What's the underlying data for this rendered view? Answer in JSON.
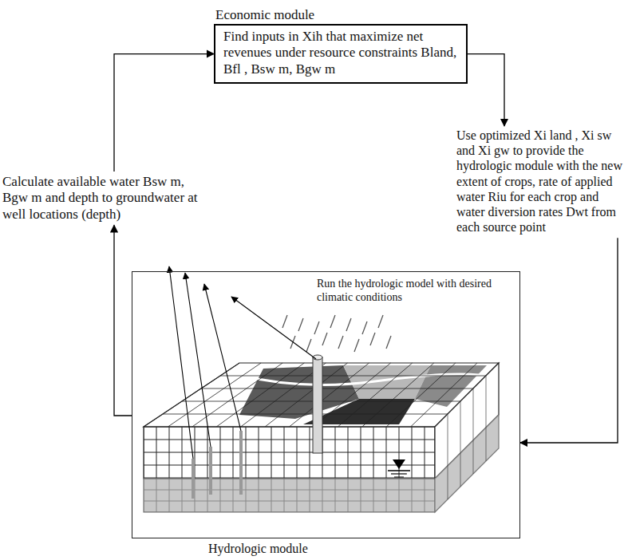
{
  "diagram": {
    "nodes": [
      {
        "text": [
          "Economic module",
          "Find inputs in Xih that maximize net revenues under resource constraints Bland, Bfl , Bsw m, Bgw m"
        ]
      },
      {
        "text": [
          "Use optimized Xi land , Xi sw and Xi gw to provide the hydrologic module with the new extent of crops, rate of applied water Riu for each crop and water diversion rates Dwt from each source point"
        ]
      },
      {
        "text": [
          "Run the hydrologic model with desired climatic conditions",
          "Hydrologic module"
        ]
      },
      {
        "text": [
          "Calculate available water Bsw m, Bgw m and depth to groundwater at well locations (depth)"
        ]
      }
    ],
    "edges": [
      {
        "from": 0,
        "to": 1,
        "arrow": "to"
      },
      {
        "from": 1,
        "to": 2,
        "arrow": "to"
      },
      {
        "from": 2,
        "to": 3,
        "arrow": "to"
      },
      {
        "from": 3,
        "to": 0,
        "arrow": "to"
      }
    ]
  }
}
